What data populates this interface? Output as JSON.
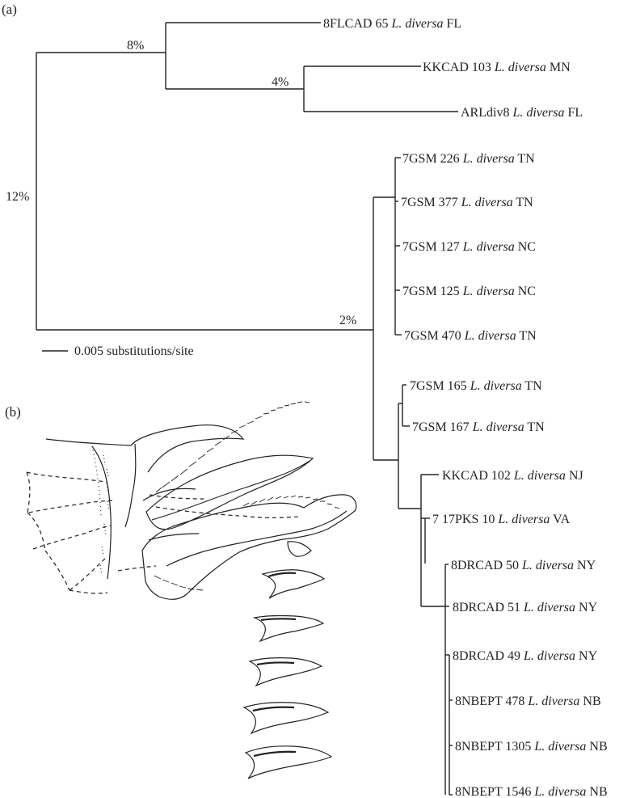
{
  "panels": {
    "a": "(a)",
    "b": "(b)"
  },
  "scale_bar": {
    "label": "0.005 substitutions/site"
  },
  "support_values": {
    "root": "12%",
    "upper_clade": "8%",
    "minor_clade": "4%",
    "lower_clade": "2%"
  },
  "taxa": [
    {
      "code": "8FLCAD 65",
      "genus": "L. diversa",
      "state": "FL"
    },
    {
      "code": "KKCAD 103",
      "genus": "L. diversa",
      "state": "MN"
    },
    {
      "code": "ARLdiv8",
      "genus": "L. diversa",
      "state": "FL"
    },
    {
      "code": "7GSM 226",
      "genus": "L. diversa",
      "state": "TN"
    },
    {
      "code": "7GSM 377",
      "genus": "L. diversa",
      "state": "TN"
    },
    {
      "code": "7GSM 127",
      "genus": "L. diversa",
      "state": "NC"
    },
    {
      "code": "7GSM 125",
      "genus": "L. diversa",
      "state": "NC"
    },
    {
      "code": "7GSM 470",
      "genus": "L. diversa",
      "state": "TN"
    },
    {
      "code": "7GSM 165",
      "genus": "L. diversa",
      "state": "TN"
    },
    {
      "code": "7GSM 167",
      "genus": "L. diversa",
      "state": "TN"
    },
    {
      "code": "KKCAD 102",
      "genus": "L. diversa",
      "state": "NJ"
    },
    {
      "code": "7 17PKS 10",
      "genus": "L. diversa",
      "state": "VA"
    },
    {
      "code": "8DRCAD 50",
      "genus": "L. diversa",
      "state": "NY"
    },
    {
      "code": "8DRCAD 51",
      "genus": "L. diversa",
      "state": "NY"
    },
    {
      "code": "8DRCAD 49",
      "genus": "L. diversa",
      "state": "NY"
    },
    {
      "code": "8NBEPT 478",
      "genus": "L. diversa",
      "state": "NB"
    },
    {
      "code": "8NBEPT 1305",
      "genus": "L. diversa",
      "state": "NB"
    },
    {
      "code": "8NBEPT 1546",
      "genus": "L. diversa",
      "state": "NB"
    }
  ]
}
